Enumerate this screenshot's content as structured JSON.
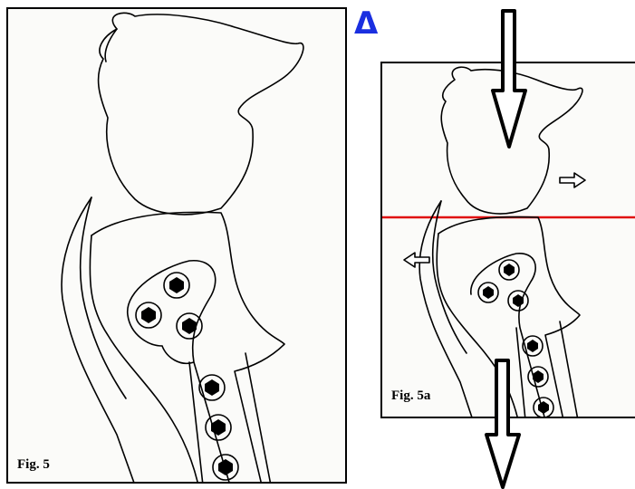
{
  "figures": {
    "left_caption": "Fig. 5",
    "right_caption": "Fig. 5a"
  },
  "symbol": "Δ",
  "colors": {
    "delta": "#1a2fe0",
    "reference_line": "#e01010",
    "outline": "#000000"
  },
  "icons": {
    "down_arrow": "large-down-arrow-icon",
    "small_arrow": "small-hollow-arrow-icon",
    "screw": "screw-icon"
  }
}
